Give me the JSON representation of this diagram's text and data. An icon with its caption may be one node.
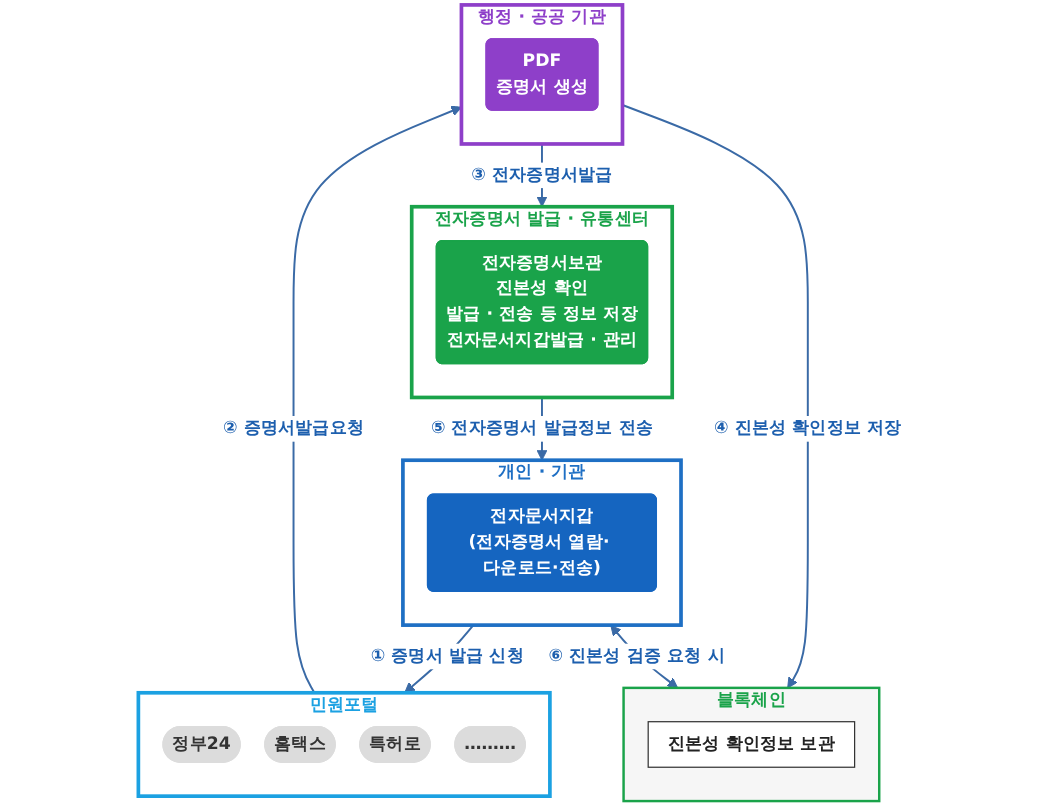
{
  "diagram": {
    "nodes": [
      {
        "text": [
          "개인 · 기관"
        ]
      },
      {
        "text": [
          "전자문서지갑",
          "(전자증명서 열람· 다운로드·전송)"
        ],
        "in": 0
      },
      {
        "text": [
          "전자증명서 발급 · 유통센터"
        ]
      },
      {
        "text": [
          "전자증명서보관",
          "진본성 확인",
          "발급 · 전송 등 정보 저장",
          "전자문서지갑발급 · 관리"
        ],
        "in": 2
      },
      {
        "text": [
          "블록체인"
        ]
      },
      {
        "text": [
          "진본성 확인정보 보관"
        ],
        "in": 4
      },
      {
        "text": [
          "민원포털"
        ]
      },
      {
        "text": [
          "정부24"
        ],
        "in": 6
      },
      {
        "text": [
          "홈택스"
        ],
        "in": 6
      },
      {
        "text": [
          "특허로"
        ],
        "in": 6
      },
      {
        "text": [
          "………"
        ],
        "in": 6
      },
      {
        "text": [
          "행정 · 공공 기관"
        ]
      },
      {
        "text": [
          "PDF",
          "증명서 생성"
        ],
        "in": 11
      }
    ],
    "edges": [
      {
        "from": 0,
        "to": 6,
        "arrow": "to",
        "label": "① 증명서 발급 신청"
      },
      {
        "from": 6,
        "to": 11,
        "arrow": "to",
        "label": "② 증명서발급요청"
      },
      {
        "from": 11,
        "to": 2,
        "arrow": "to",
        "label": "③ 전자증명서발급"
      },
      {
        "from": 11,
        "to": 4,
        "arrow": "to",
        "label": "④ 진본성 확인정보 저장"
      },
      {
        "from": 2,
        "to": 0,
        "arrow": "to",
        "label": "⑤ 전자증명서 발급정보 전송"
      },
      {
        "from": 0,
        "to": 4,
        "arrow": "both",
        "label": "⑥ 진본성 검증 요청 시"
      }
    ]
  }
}
